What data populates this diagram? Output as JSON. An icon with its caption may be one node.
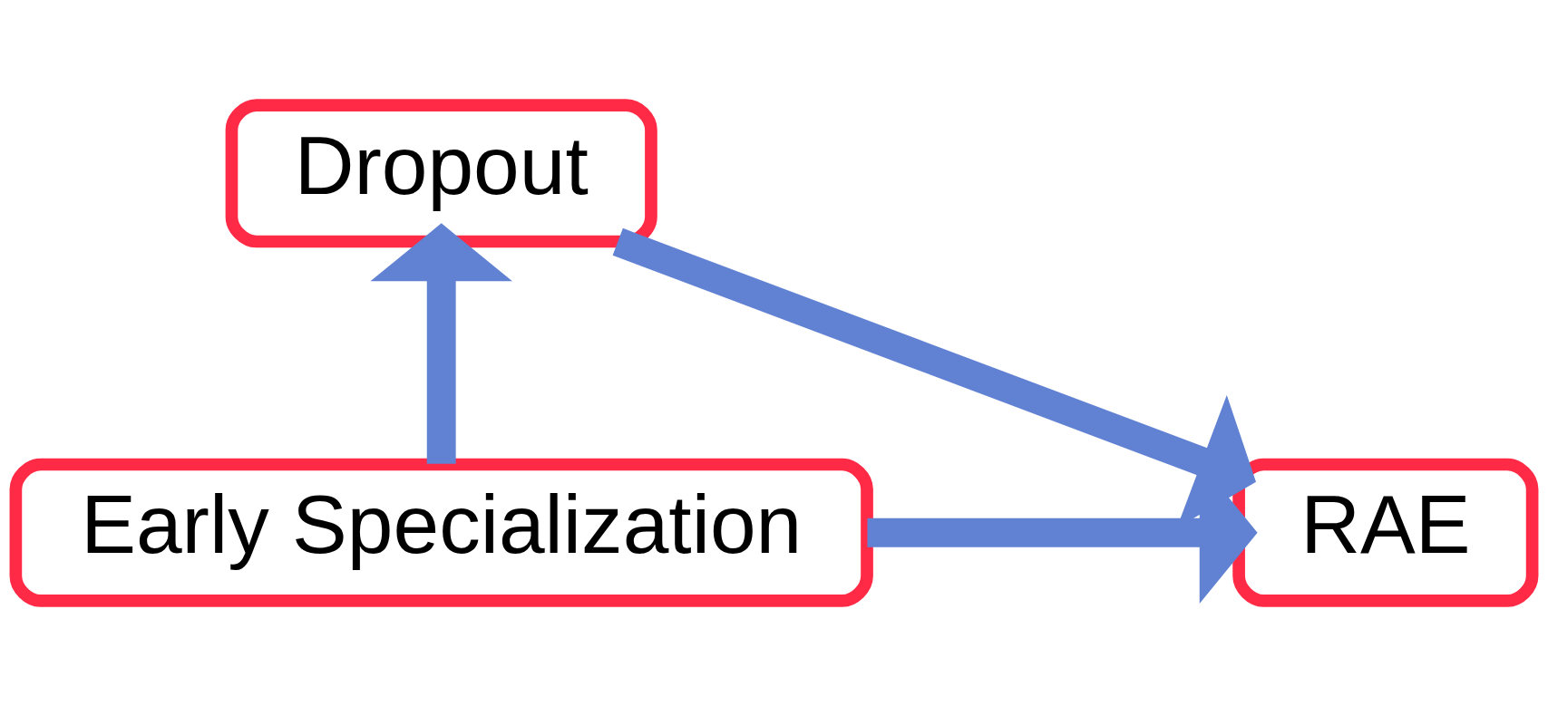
{
  "diagram": {
    "nodes": [
      {
        "text": [
          "Dropout"
        ]
      },
      {
        "text": [
          "Early Specialization"
        ]
      },
      {
        "text": [
          "RAE"
        ]
      }
    ],
    "edges": [
      {
        "from": 1,
        "to": 0,
        "arrow": "to"
      },
      {
        "from": 0,
        "to": 2,
        "arrow": "to"
      },
      {
        "from": 1,
        "to": 2,
        "arrow": "to"
      }
    ]
  }
}
